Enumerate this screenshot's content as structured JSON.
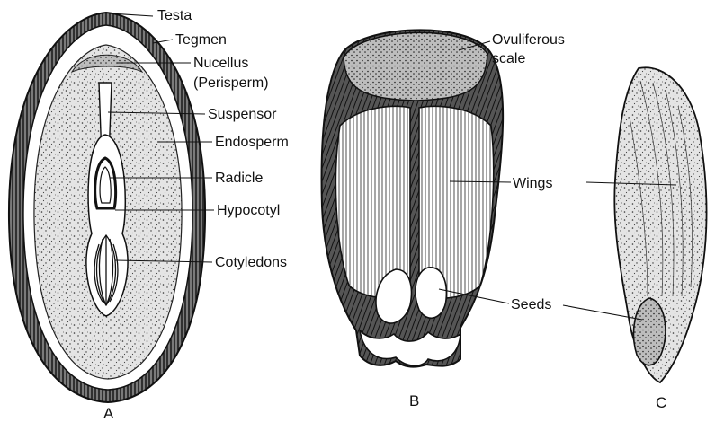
{
  "figures": {
    "a": {
      "caption": "A",
      "labels": {
        "testa": "Testa",
        "tegmen": "Tegmen",
        "nucellus_1": "Nucellus",
        "nucellus_2": "(Perisperm)",
        "suspensor": "Suspensor",
        "endosperm": "Endosperm",
        "radicle": "Radicle",
        "hypocotyl": "Hypocotyl",
        "cotyledons": "Cotyledons"
      }
    },
    "b": {
      "caption": "B",
      "labels": {
        "ovuliferous_1": "Ovuliferous",
        "ovuliferous_2": "scale",
        "wings": "Wings",
        "seeds": "Seeds"
      }
    },
    "c": {
      "caption": "C"
    }
  }
}
